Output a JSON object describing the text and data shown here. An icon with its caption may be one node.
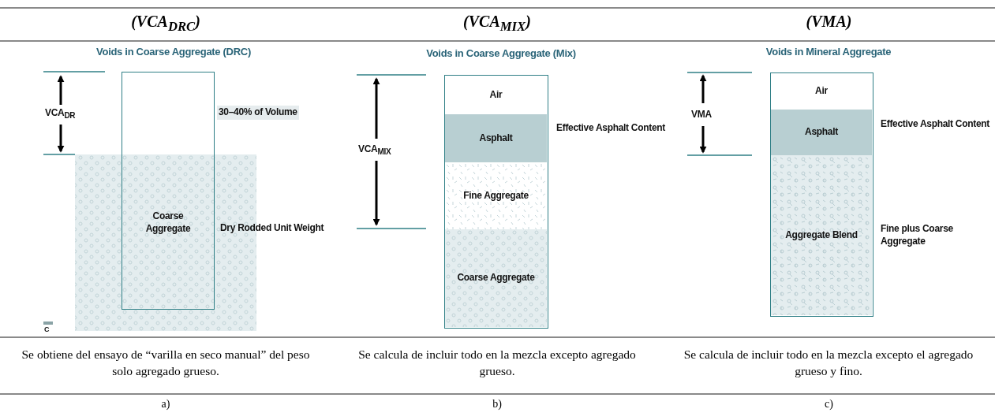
{
  "diagram": {
    "nodes": [
      {
        "text": [
          "Coarse Aggregate"
        ],
        "beside": [
          "30–40% of Volume",
          "Dry Rodded Unit Weight"
        ]
      },
      {
        "text": [],
        "shape": "box"
      },
      {
        "text": [
          "Air"
        ],
        "in": 1
      },
      {
        "text": [
          "Asphalt"
        ],
        "in": 1,
        "beside": [
          "Effective Asphalt Content"
        ]
      },
      {
        "text": [
          "Fine Aggregate"
        ],
        "in": 1
      },
      {
        "text": [
          "Coarse Aggregate"
        ],
        "in": 1
      },
      {
        "text": [],
        "shape": "box"
      },
      {
        "text": [
          "Air"
        ],
        "in": 6
      },
      {
        "text": [
          "Asphalt"
        ],
        "in": 6,
        "beside": [
          "Effective Asphalt Content"
        ]
      },
      {
        "text": [
          "Aggregate Blend"
        ],
        "in": 6,
        "beside": [
          "Fine plus Coarse Aggregate"
        ]
      }
    ],
    "labels": [
      "(VCA$_{DRC}$)",
      "(VCA$_{MIX}$)",
      "(VMA)",
      "Voids in Coarse Aggregate (DRC)",
      "Voids in Coarse Aggregate (Mix)",
      "Voids in Mineral Aggregate",
      "VCA$_{DR}$",
      "VCA$_{MIX}$",
      "VMA",
      "C",
      "Se obtiene del ensayo de “varilla en seco manual” del peso solo agregado grueso.",
      "Se calcula de incluir todo en la mezcla excepto agregado grueso.",
      "Se calcula de incluir todo en la mezcla excepto el agregado grueso y fino.",
      "a)",
      "b)",
      "c)"
    ]
  }
}
